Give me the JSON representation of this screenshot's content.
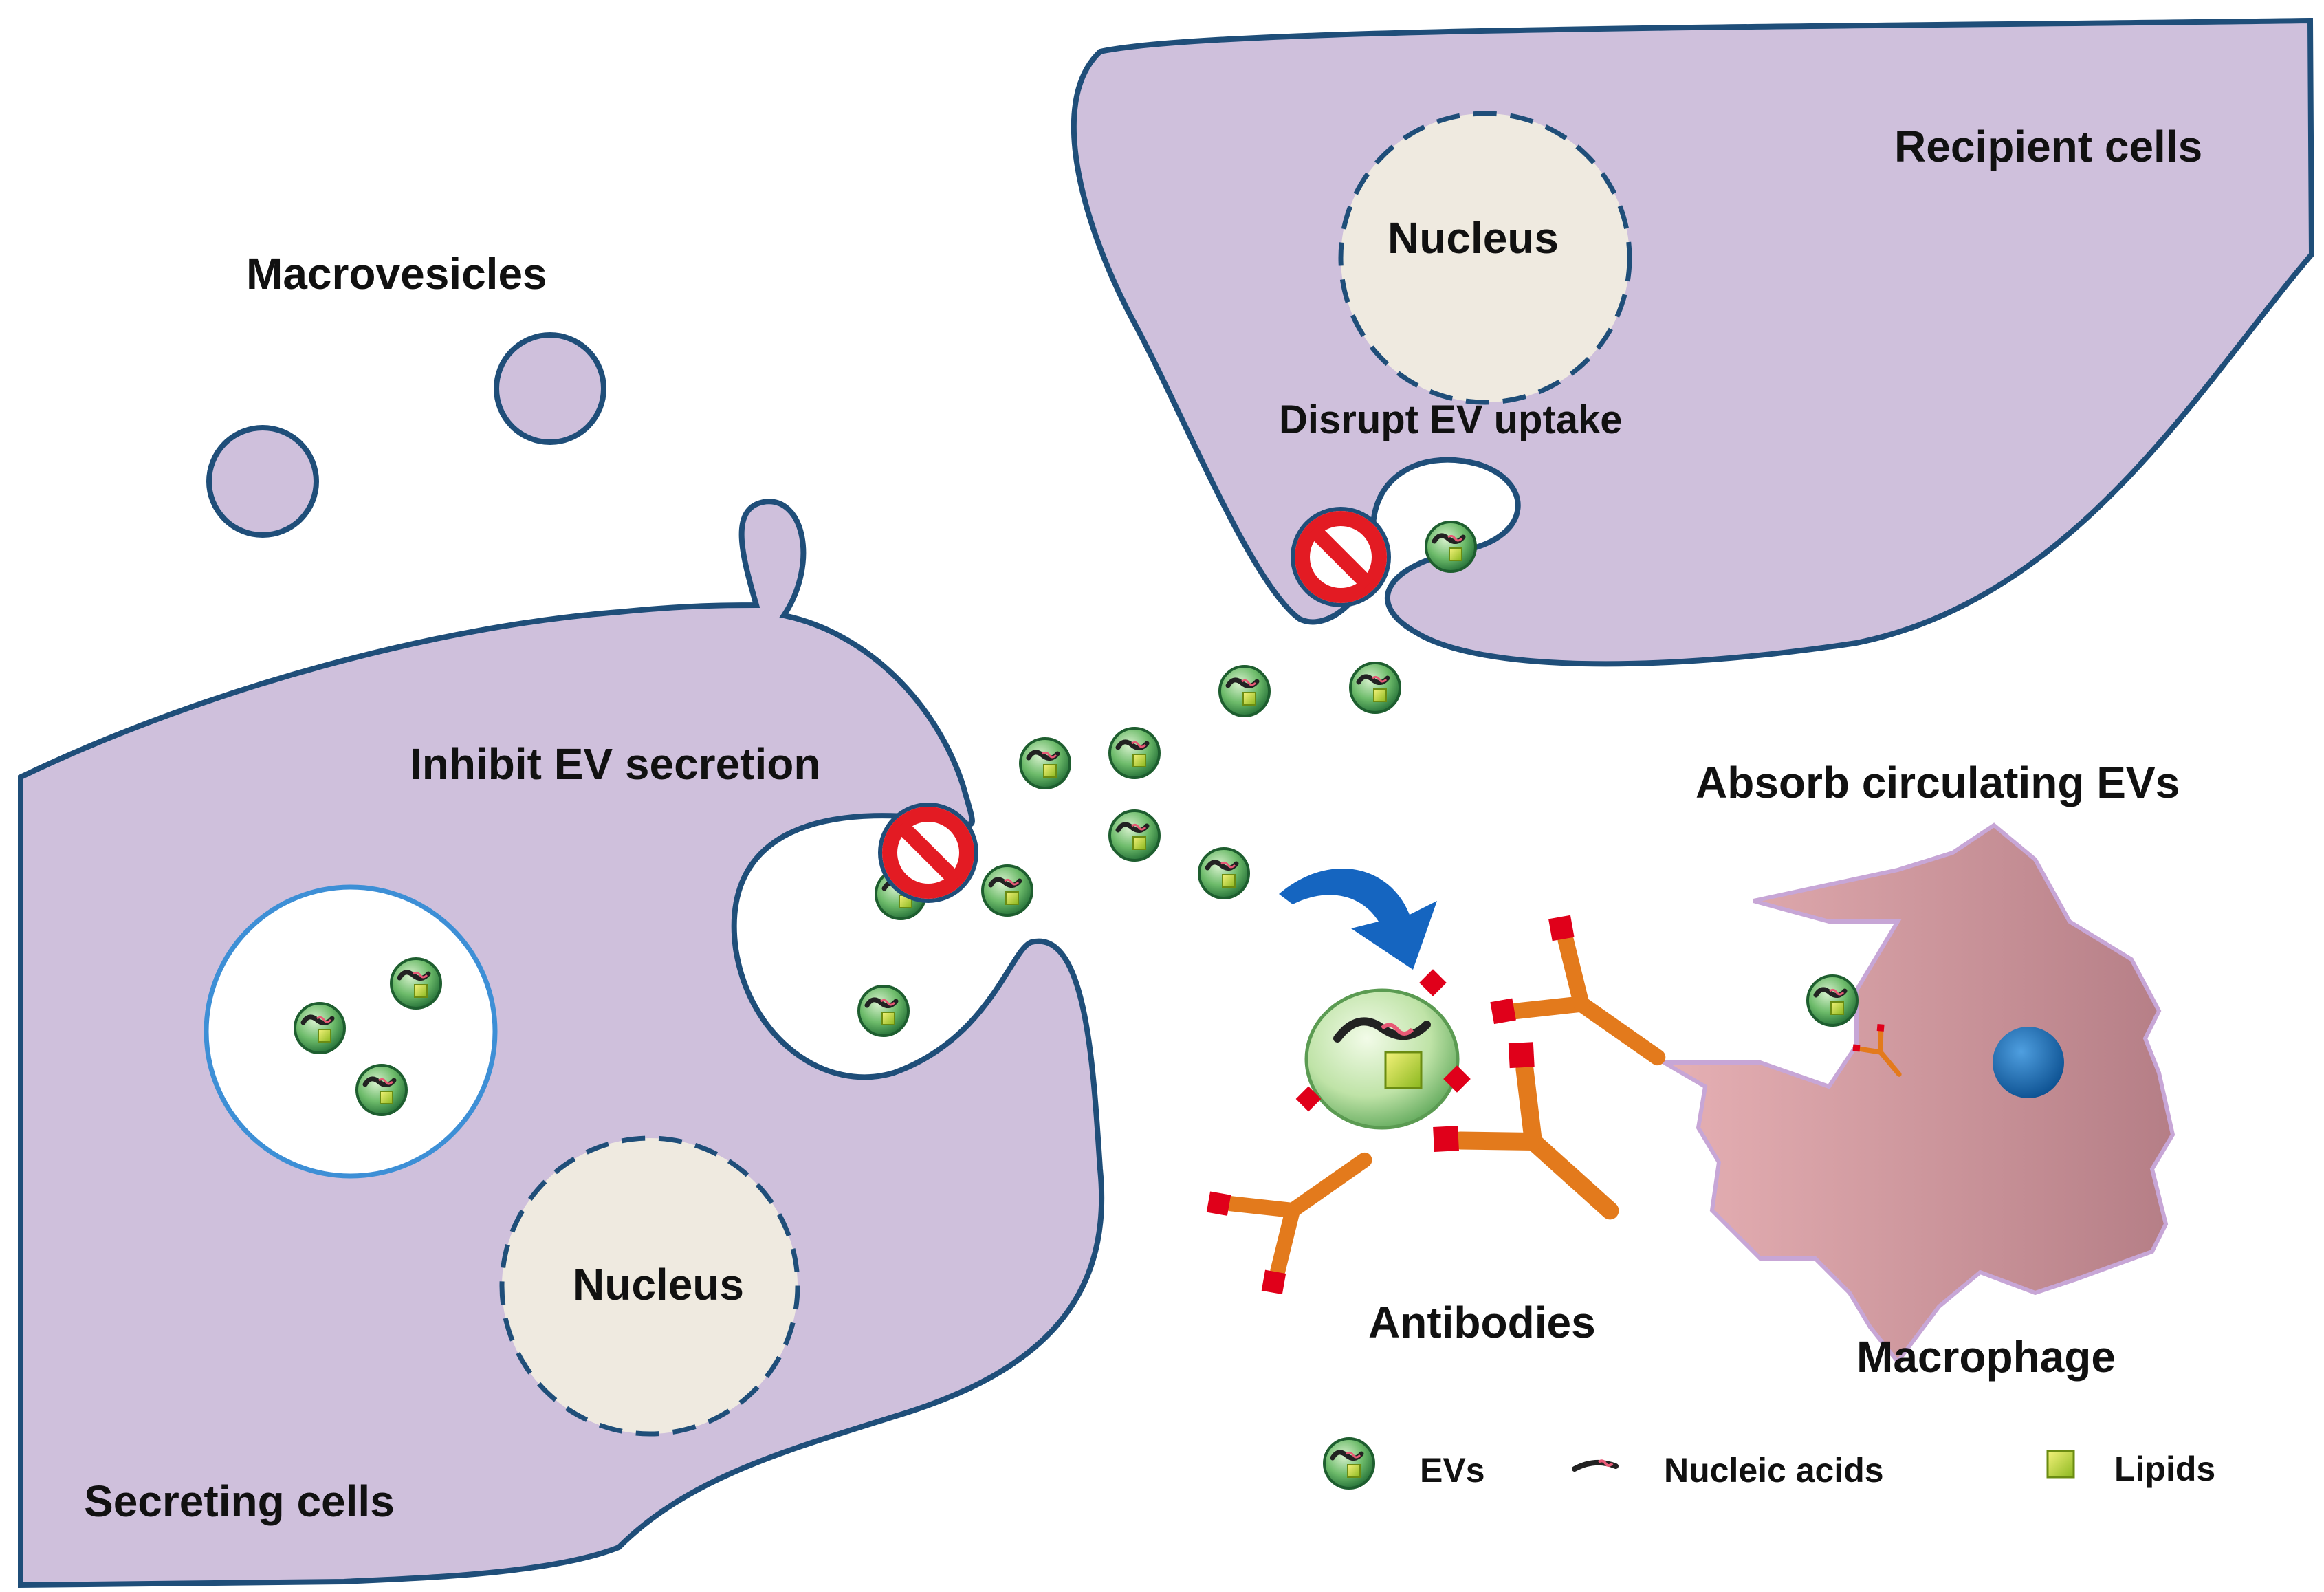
{
  "labels": {
    "macrovesicles": "Macrovesicles",
    "recipient_cells": "Recipient cells",
    "recipient_nucleus": "Nucleus",
    "disrupt_uptake": "Disrupt EV uptake",
    "inhibit_secretion": "Inhibit EV secretion",
    "absorb_evs": "Absorb circulating EVs",
    "secreting_nucleus": "Nucleus",
    "antibodies": "Antibodies",
    "macrophage": "Macrophage",
    "secreting_cells": "Secreting cells"
  },
  "legend": {
    "evs": "EVs",
    "nucleic_acids": "Nucleic acids",
    "lipids": "Lipids"
  },
  "icons": [
    "ev-icon",
    "block-icon",
    "antibody-icon",
    "arrow-icon",
    "nucleic-acid-icon",
    "lipid-icon"
  ],
  "colors": {
    "cell_fill": "#cfc0dc",
    "cell_stroke": "#1f4e79",
    "nucleus_fill": "#efeae0",
    "macrophage_fill": "#d9a3a8",
    "ev_green": "#3f9a52",
    "block_red": "#e31b23",
    "antibody_orange": "#e37a1c",
    "antibody_tip": "#e0001a",
    "arrow_blue": "#1565c0"
  }
}
